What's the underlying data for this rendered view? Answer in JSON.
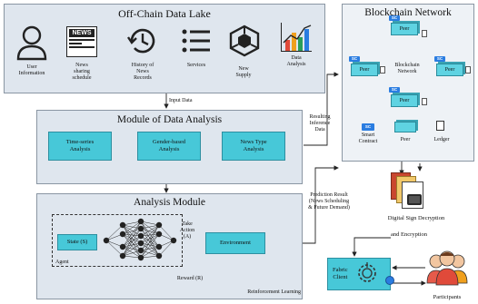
{
  "data_lake": {
    "title": "Off-Chain Data Lake",
    "items": [
      {
        "label": "User\nInformation",
        "icon": "user-icon"
      },
      {
        "label": "News\nsharing\nschedule",
        "icon": "newspaper-icon"
      },
      {
        "label": "History of\nNews\nRecords",
        "icon": "history-icon"
      },
      {
        "label": "Services",
        "icon": "list-icon"
      },
      {
        "label": "New\nSupply",
        "icon": "cube-network-icon"
      },
      {
        "label": "Data\nAnalysis",
        "icon": "bar-chart-icon"
      }
    ],
    "news_badge": "NEWS"
  },
  "flow": {
    "input_data": "Input Data",
    "resulting_inference": "Resulting\nInference\nData",
    "prediction_result": "Prediction Result\n(News Scheduling\n& Future Demand)",
    "digital_sign": "Digital Sign Decryption",
    "and_encryption": "and Encryption"
  },
  "data_analysis": {
    "title": "Module of Data Analysis",
    "boxes": [
      "Time-series\nAnalysis",
      "Gender-based\nAnalysis",
      "News Type\nAnalysis"
    ]
  },
  "analysis_module": {
    "title": "Analysis Module",
    "state": "State (S)",
    "agent": "Agent",
    "take_action": "Take\nAction\n(A)",
    "environment": "Environment",
    "reward": "Reward (R)",
    "rl": "Reinforcement Learning"
  },
  "blockchain": {
    "title": "Blockchain Network",
    "center": "Blockchain\nNetwork",
    "peer_label": "Peer",
    "sc_label": "SC",
    "legend_smart_contract": "Smart\nContract",
    "legend_peer": "Peer",
    "legend_ledger": "Ledger"
  },
  "fabric": {
    "client": "Fabric\nClient",
    "participants": "Participants"
  },
  "colors": {
    "panel": "#dfe6ee",
    "cyan_box": "#47c8d8",
    "peer": "#5fd3e2",
    "smart_contract": "#2a7de1"
  }
}
